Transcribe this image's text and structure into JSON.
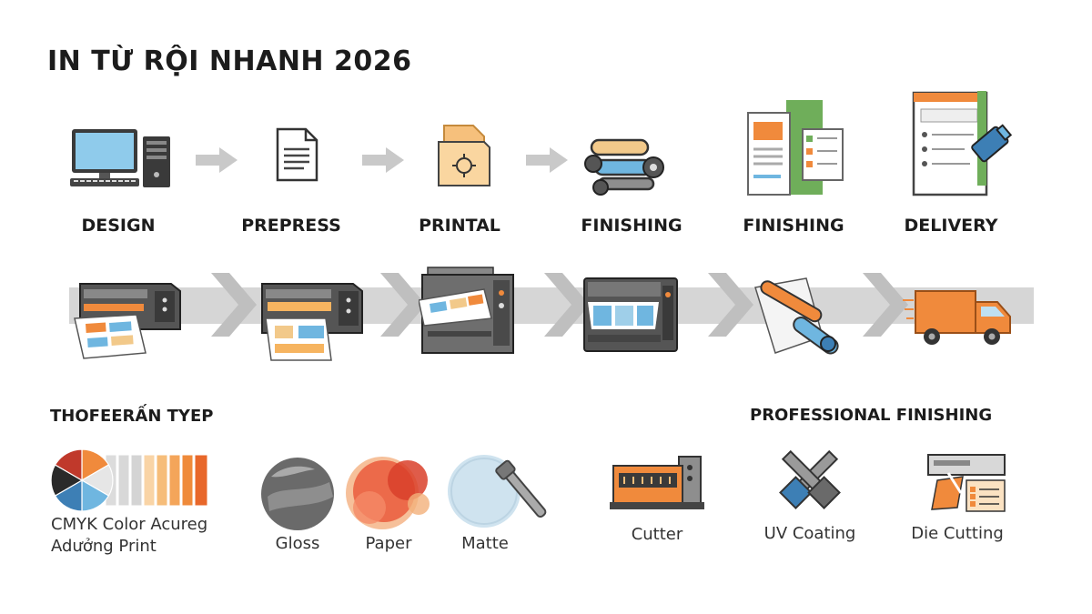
{
  "title": "IN TỪ RỘI NHANH 2026",
  "steps": [
    {
      "label": "DESIGN",
      "icon": "computer-icon"
    },
    {
      "label": "PREPRESS",
      "icon": "document-icon"
    },
    {
      "label": "PRINTAL",
      "icon": "print-file-icon"
    },
    {
      "label": "FINISHING",
      "icon": "roller-icon"
    },
    {
      "label": "FINISHING",
      "icon": "brochure-icon"
    },
    {
      "label": "DELIVERY",
      "icon": "form-icon"
    }
  ],
  "process_band": {
    "icons": [
      "printer-icon",
      "printer-icon",
      "press-icon",
      "large-format-printer-icon",
      "laminate-roll-icon",
      "delivery-truck-icon"
    ]
  },
  "types": {
    "heading": "THOFEERẤN TYEP",
    "cmyk_caption_line1": "CMYK Color Acureg",
    "cmyk_caption_line2": "Adưởng Print",
    "items": [
      {
        "label": "Gloss",
        "icon": "gloss-swatch-icon"
      },
      {
        "label": "Paper",
        "icon": "paper-swatch-icon"
      },
      {
        "label": "Matte",
        "icon": "matte-swatch-icon"
      }
    ]
  },
  "finishing": {
    "heading": "PROFESSIONAL FINISHING",
    "items": [
      {
        "label": "Cutter",
        "icon": "cutter-machine-icon"
      },
      {
        "label": "UV Coating",
        "icon": "uv-coating-icon"
      },
      {
        "label": "Die Cutting",
        "icon": "die-cutting-icon"
      }
    ]
  },
  "colors": {
    "orange": "#f08a3c",
    "blue": "#6fb6e0",
    "gray": "#8e8e8e",
    "dark": "#3a3a3a",
    "green": "#6fae5a",
    "arrow": "#c9c9c9"
  }
}
